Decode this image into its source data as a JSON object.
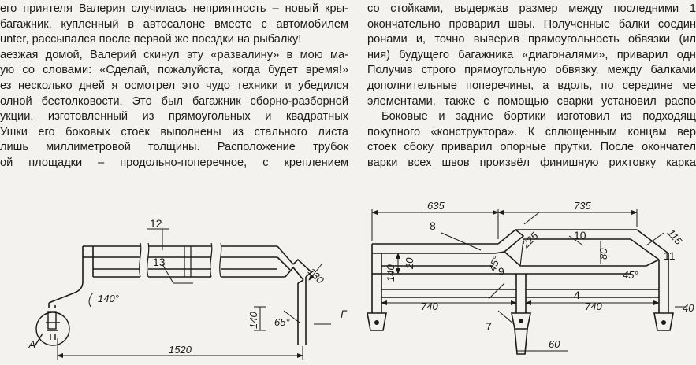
{
  "article": {
    "left_column": [
      "его приятеля Валерия случилась неприятность – новый кры-",
      "багажник, купленный в автосалоне вместе с автомобилем",
      "unter, рассыпался после первой же поездки на рыбалку!",
      "аезжая домой, Валерий скинул эту «развалину» в мою ма-",
      "ую со словами: «Сделай, пожалуйста, когда будет время!»",
      "ез несколько дней я осмотрел это чудо техники и убедился",
      "олной бестолковости. Это был багажник сборно-разборной",
      "укции, изготовленный из прямоугольных и квадратных",
      "Ушки его боковых стоек выполнены из стального листа",
      "лишь миллиметровой толщины. Расположение трубок",
      "ой площадки – продольно-поперечное, с креплением"
    ],
    "right_column": [
      "со стойками, выдержав размер между последними 1",
      "окончательно проварил швы. Полученные балки соедин",
      "ронами и, точно выверив прямоугольность обвязки (ил",
      "ния) будущего багажника «диагоналями», приварил одн",
      "Получив строго прямоугольную обвязку, между балками",
      "дополнительные поперечины, а вдоль, по середине ме",
      "элементами, также с помощью сварки установил распо",
      "Боковые и задние бортики изготовил из подходящ",
      "покупного «конструктора». К сплющенным концам вер",
      "стоек сбоку приварил опорные прутки. После окончател",
      "варки всех швов произвёл финишную рихтовку карка"
    ]
  },
  "figure_left": {
    "part_labels": [
      "12",
      "13",
      "А"
    ],
    "dimensions": [
      "130",
      "140°",
      "140",
      "65°",
      "1520"
    ],
    "view_label": "Г"
  },
  "figure_right": {
    "part_labels": [
      "8",
      "9",
      "10",
      "11",
      "4",
      "7"
    ],
    "dimensions": [
      "635",
      "735",
      "225",
      "115",
      "140",
      "20",
      "45°",
      "80",
      "45°",
      "740",
      "740",
      "40",
      "60"
    ]
  }
}
